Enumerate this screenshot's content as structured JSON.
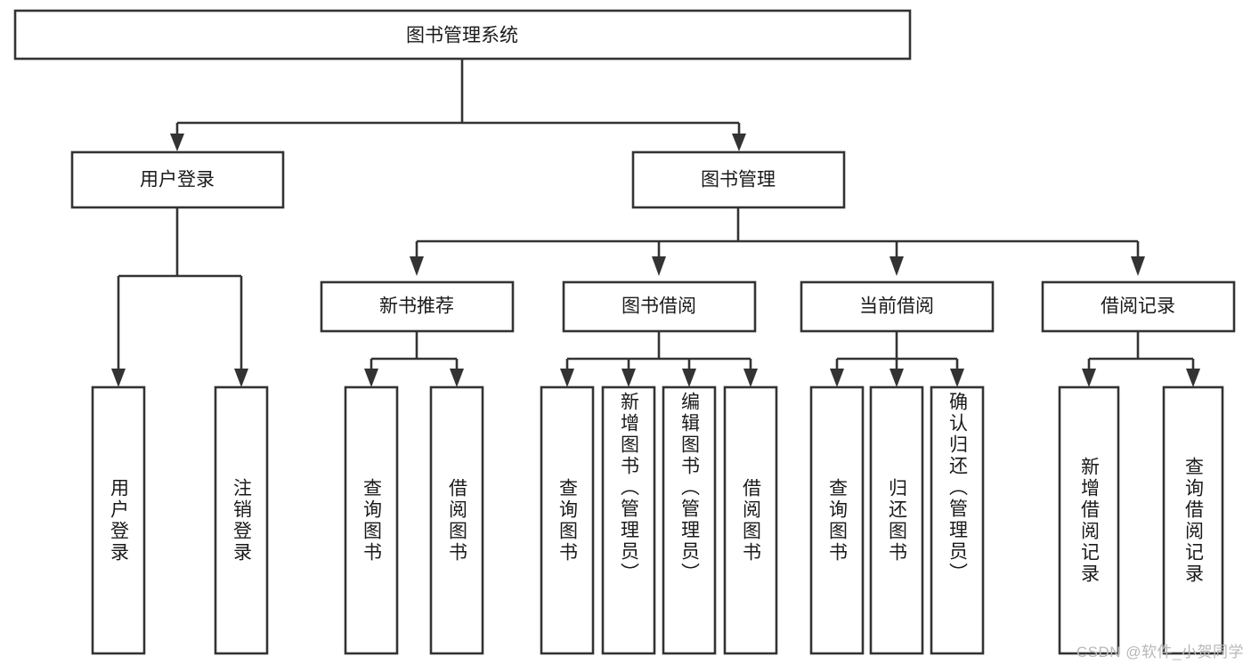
{
  "diagram": {
    "type": "tree",
    "title": "图书管理系统",
    "watermark": "CSDN @软件_小贺同学",
    "colors": {
      "stroke": "#333333",
      "fill": "#ffffff",
      "text": "#1a1a1a",
      "watermark": "#b8b8b8"
    },
    "root": {
      "label": "图书管理系统"
    },
    "level2": [
      {
        "label": "用户登录"
      },
      {
        "label": "图书管理"
      }
    ],
    "level3": [
      {
        "label": "新书推荐"
      },
      {
        "label": "图书借阅"
      },
      {
        "label": "当前借阅"
      },
      {
        "label": "借阅记录"
      }
    ],
    "leaves": {
      "user_login": [
        {
          "label": "用户登录"
        },
        {
          "label": "注销登录"
        }
      ],
      "new_book_recommend": [
        {
          "label": "查询图书"
        },
        {
          "label": "借阅图书"
        }
      ],
      "book_borrow": [
        {
          "label": "查询图书"
        },
        {
          "label": "新增图书（管理员）"
        },
        {
          "label": "编辑图书（管理员）"
        },
        {
          "label": "借阅图书"
        }
      ],
      "current_borrow": [
        {
          "label": "查询图书"
        },
        {
          "label": "归还图书"
        },
        {
          "label": "确认归还（管理员）"
        }
      ],
      "borrow_record": [
        {
          "label": "新增借阅记录"
        },
        {
          "label": "查询借阅记录"
        }
      ]
    }
  }
}
